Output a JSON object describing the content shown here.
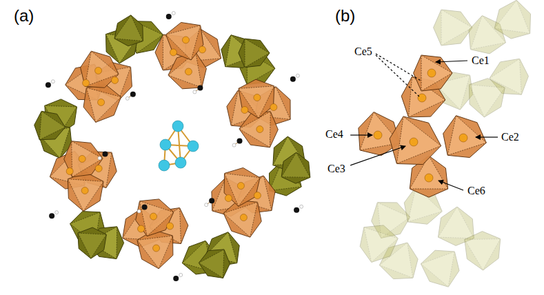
{
  "diagram": {
    "labels": [
      "(a)",
      "(b)",
      "Ce5",
      "Ce1",
      "Ce4",
      "Ce2",
      "Ce3",
      "Ce6"
    ]
  }
}
